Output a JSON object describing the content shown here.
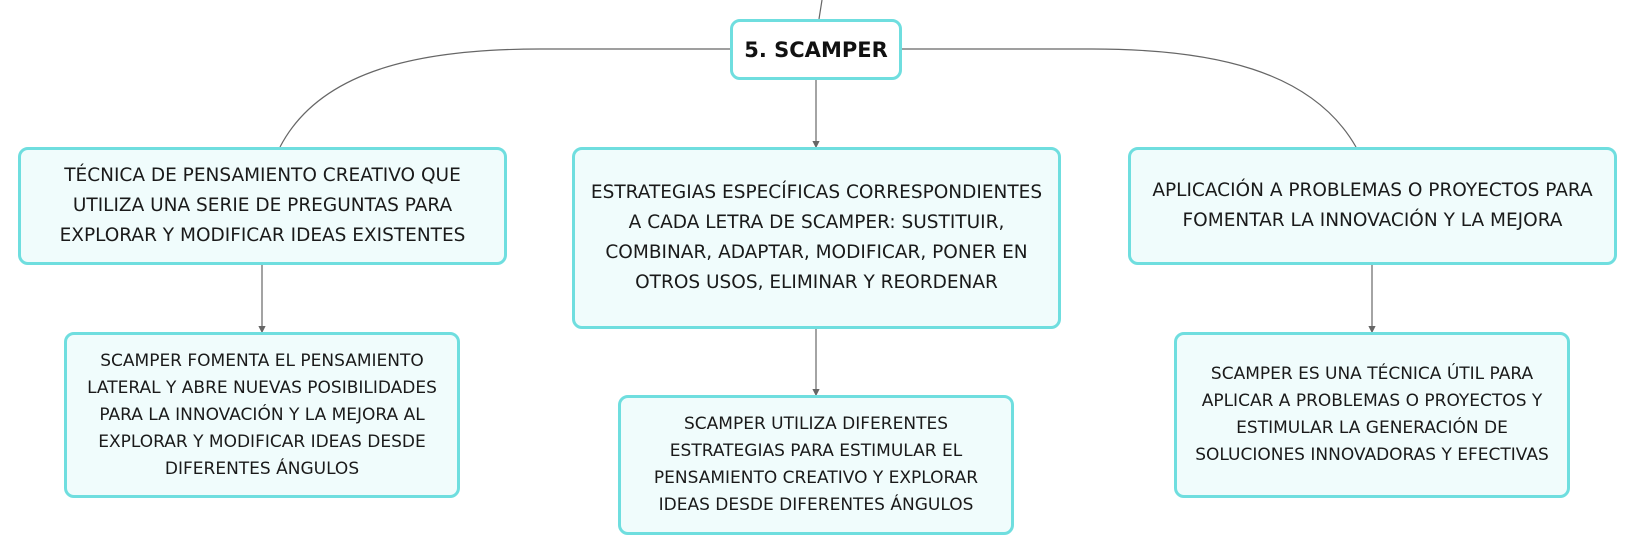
{
  "diagram": {
    "root": {
      "label": "5. SCAMPER"
    },
    "branches": [
      {
        "label": "TÉCNICA DE PENSAMIENTO CREATIVO QUE UTILIZA UNA SERIE DE PREGUNTAS PARA EXPLORAR Y MODIFICAR IDEAS EXISTENTES",
        "child": "SCAMPER FOMENTA EL PENSAMIENTO LATERAL Y ABRE NUEVAS POSIBILIDADES PARA LA INNOVACIÓN Y LA MEJORA AL EXPLORAR Y MODIFICAR IDEAS DESDE DIFERENTES ÁNGULOS"
      },
      {
        "label": "ESTRATEGIAS ESPECÍFICAS CORRESPONDIENTES A CADA LETRA DE SCAMPER: SUSTITUIR, COMBINAR, ADAPTAR, MODIFICAR, PONER EN OTROS USOS, ELIMINAR Y REORDENAR",
        "child": "SCAMPER UTILIZA DIFERENTES ESTRATEGIAS PARA ESTIMULAR EL PENSAMIENTO CREATIVO Y EXPLORAR IDEAS DESDE DIFERENTES ÁNGULOS"
      },
      {
        "label": "APLICACIÓN A PROBLEMAS O PROYECTOS PARA FOMENTAR LA INNOVACIÓN Y LA MEJORA",
        "child": "SCAMPER ES UNA TÉCNICA ÚTIL PARA APLICAR A PROBLEMAS O PROYECTOS Y ESTIMULAR LA GENERACIÓN DE SOLUCIONES INNOVADORAS Y EFECTIVAS"
      }
    ]
  },
  "colors": {
    "node_border": "#6fdedf",
    "node_fill": "#f0fcfc",
    "connector": "#666666",
    "text": "#1a1a1a"
  }
}
